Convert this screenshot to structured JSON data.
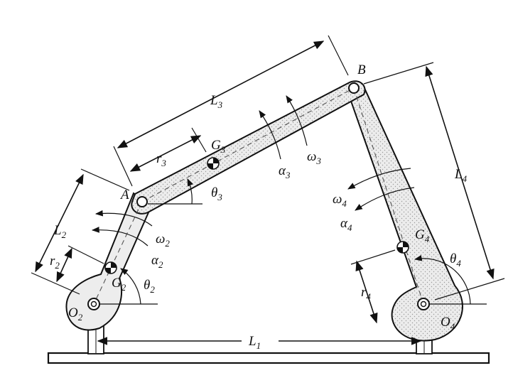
{
  "labels": {
    "L1": {
      "main": "L",
      "sub": "1"
    },
    "L2": {
      "main": "L",
      "sub": "2"
    },
    "L3": {
      "main": "L",
      "sub": "3"
    },
    "L4": {
      "main": "L",
      "sub": "4"
    },
    "r2": {
      "main": "r",
      "sub": "2"
    },
    "r3": {
      "main": "r",
      "sub": "3"
    },
    "r4": {
      "main": "r",
      "sub": "4"
    },
    "A": "A",
    "B": "B",
    "O2": {
      "main": "O",
      "sub": "2"
    },
    "O4": {
      "main": "O",
      "sub": "4"
    },
    "G2": {
      "main": "G",
      "sub": "2"
    },
    "G3": {
      "main": "G",
      "sub": "3"
    },
    "G4": {
      "main": "G",
      "sub": "4"
    },
    "theta2": {
      "main": "θ",
      "sub": "2"
    },
    "theta3": {
      "main": "θ",
      "sub": "3"
    },
    "theta4": {
      "main": "θ",
      "sub": "4"
    },
    "omega2": {
      "main": "ω",
      "sub": "2"
    },
    "omega3": {
      "main": "ω",
      "sub": "3"
    },
    "omega4": {
      "main": "ω",
      "sub": "4"
    },
    "alpha2": {
      "main": "α",
      "sub": "2"
    },
    "alpha3": {
      "main": "α",
      "sub": "3"
    },
    "alpha4": {
      "main": "α",
      "sub": "4"
    }
  }
}
